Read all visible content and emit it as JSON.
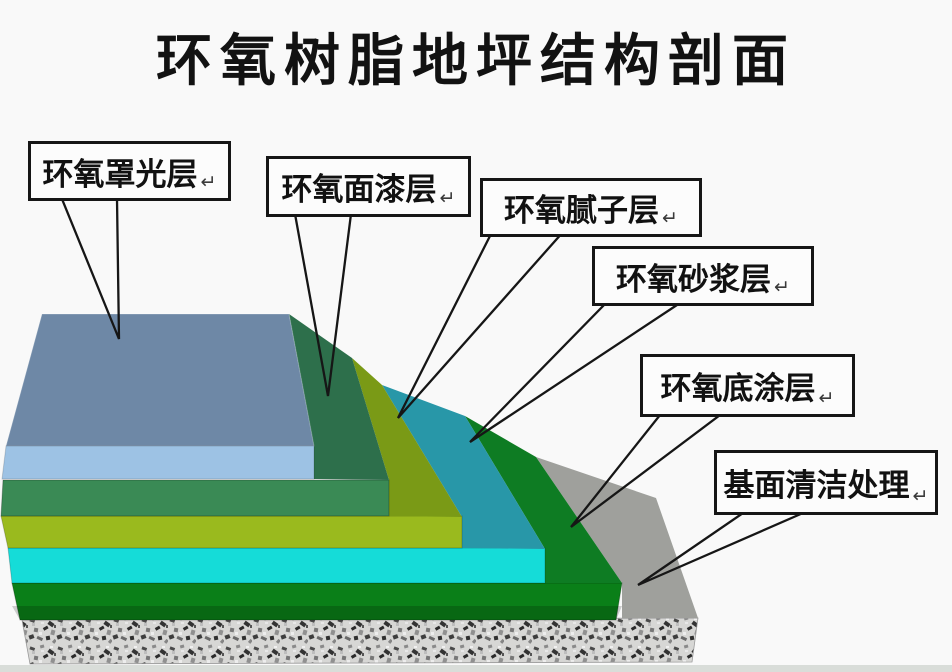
{
  "title": "环氧树脂地坪结构剖面",
  "callouts": [
    {
      "label": "环氧罩光层",
      "mark": "↵"
    },
    {
      "label": "环氧面漆层",
      "mark": "↵"
    },
    {
      "label": "环氧腻子层",
      "mark": "↵"
    },
    {
      "label": "环氧砂浆层",
      "mark": "↵"
    },
    {
      "label": "环氧底涂层",
      "mark": "↵"
    },
    {
      "label": "基面清洁处理",
      "mark": "↵"
    }
  ],
  "layers": [
    {
      "name": "环氧罩光层",
      "top_color": "#6e88a6",
      "front_color": "#9dc2e4"
    },
    {
      "name": "环氧面漆层",
      "step_color": "#2d6f4b",
      "front_color": "#3a8a55"
    },
    {
      "name": "环氧腻子层",
      "step_color": "#7a9a16",
      "front_color": "#9aba1e"
    },
    {
      "name": "环氧砂浆层",
      "step_color": "#2897a8",
      "front_color": "#15dcd8"
    },
    {
      "name": "环氧底涂层",
      "step_color": "#0e7c23",
      "front_color": "#0a7f18"
    },
    {
      "name": "基面",
      "top_color": "#9fa09c",
      "front_color": "#d7d7d5"
    }
  ],
  "colors": {
    "background": "#f9f9f9",
    "outline": "#161616",
    "box_fill": "#fcfcfc",
    "bottom_strip": "#d9ddd9"
  }
}
